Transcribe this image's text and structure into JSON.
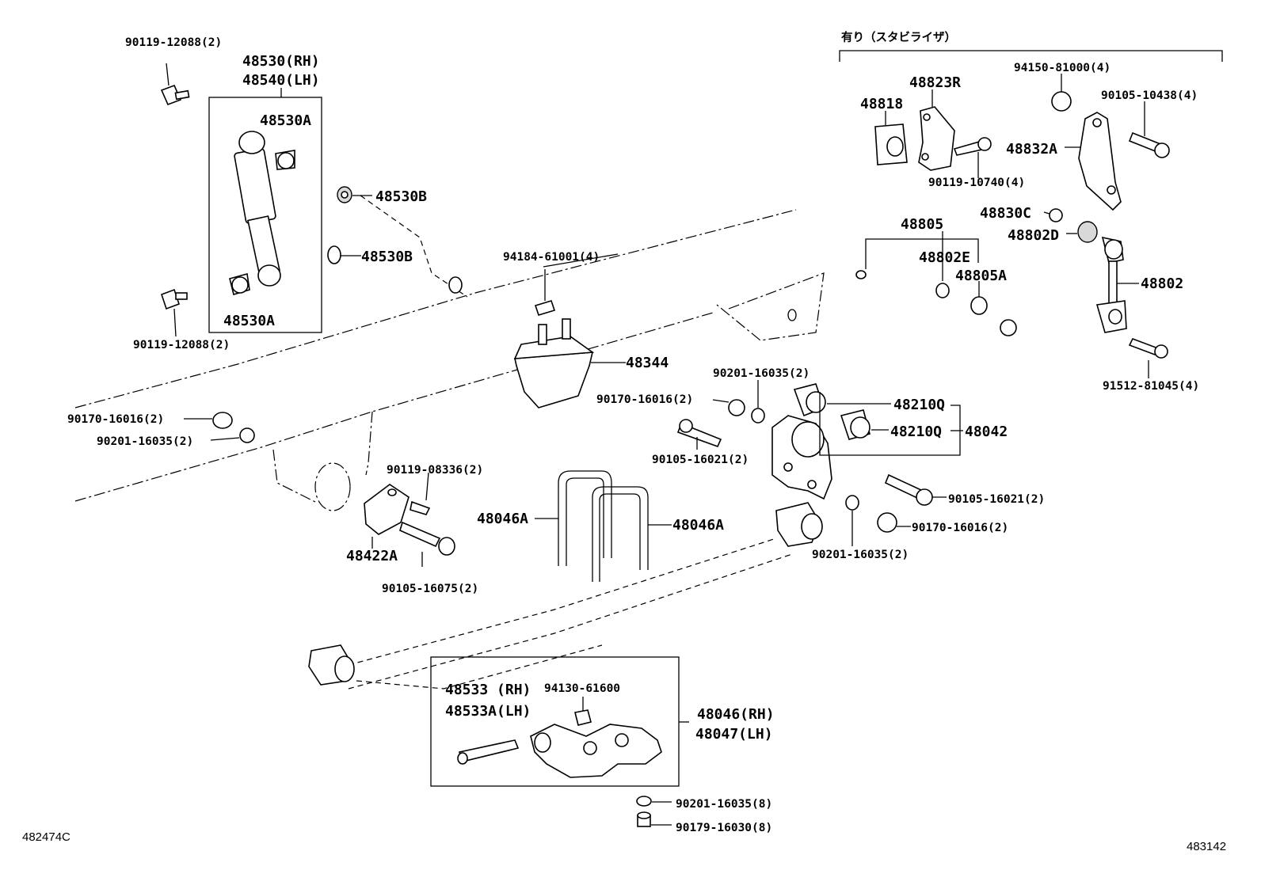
{
  "header": {
    "option_label": "有り（スタビライザ）"
  },
  "corner_codes": {
    "left": "482474C",
    "right": "483142"
  },
  "parts": {
    "p_48530_rh": "48530(RH)",
    "p_48540_lh": "48540(LH)",
    "p_48530a_top": "48530A",
    "p_48530a_bottom": "48530A",
    "p_48530b_1": "48530B",
    "p_48530b_2": "48530B",
    "p_90119_12088_top": "90119-12088(2)",
    "p_90119_12088_bottom": "90119-12088(2)",
    "p_94184_61001": "94184-61001(4)",
    "p_48344": "48344",
    "p_90170_16016_left": "90170-16016(2)",
    "p_90201_16035_left": "90201-16035(2)",
    "p_90119_08336": "90119-08336(2)",
    "p_48422a": "48422A",
    "p_90105_16075": "90105-16075(2)",
    "p_48046a_left": "48046A",
    "p_48046a_right": "48046A",
    "p_90201_16035_top": "90201-16035(2)",
    "p_90170_16016_mid": "90170-16016(2)",
    "p_90105_16021_mid": "90105-16021(2)",
    "p_48210q_1": "48210Q",
    "p_48210q_2": "48210Q",
    "p_48042": "48042",
    "p_90105_16021_right": "90105-16021(2)",
    "p_90170_16016_right": "90170-16016(2)",
    "p_90201_16035_right": "90201-16035(2)",
    "p_48533_rh": "48533 (RH)",
    "p_48533a_lh": "48533A(LH)",
    "p_94130_61600": "94130-61600",
    "p_48046_rh": "48046(RH)",
    "p_48047_lh": "48047(LH)",
    "p_90201_16035_bottom": "90201-16035(8)",
    "p_90179_16030": "90179-16030(8)",
    "p_48823r": "48823R",
    "p_48818": "48818",
    "p_90119_10740": "90119-10740(4)",
    "p_94150_81000": "94150-81000(4)",
    "p_90105_10438": "90105-10438(4)",
    "p_48832a": "48832A",
    "p_48830c": "48830C",
    "p_48802d": "48802D",
    "p_48805": "48805",
    "p_48802e": "48802E",
    "p_48805a": "48805A",
    "p_48802": "48802",
    "p_91512_81045": "91512-81045(4)"
  }
}
